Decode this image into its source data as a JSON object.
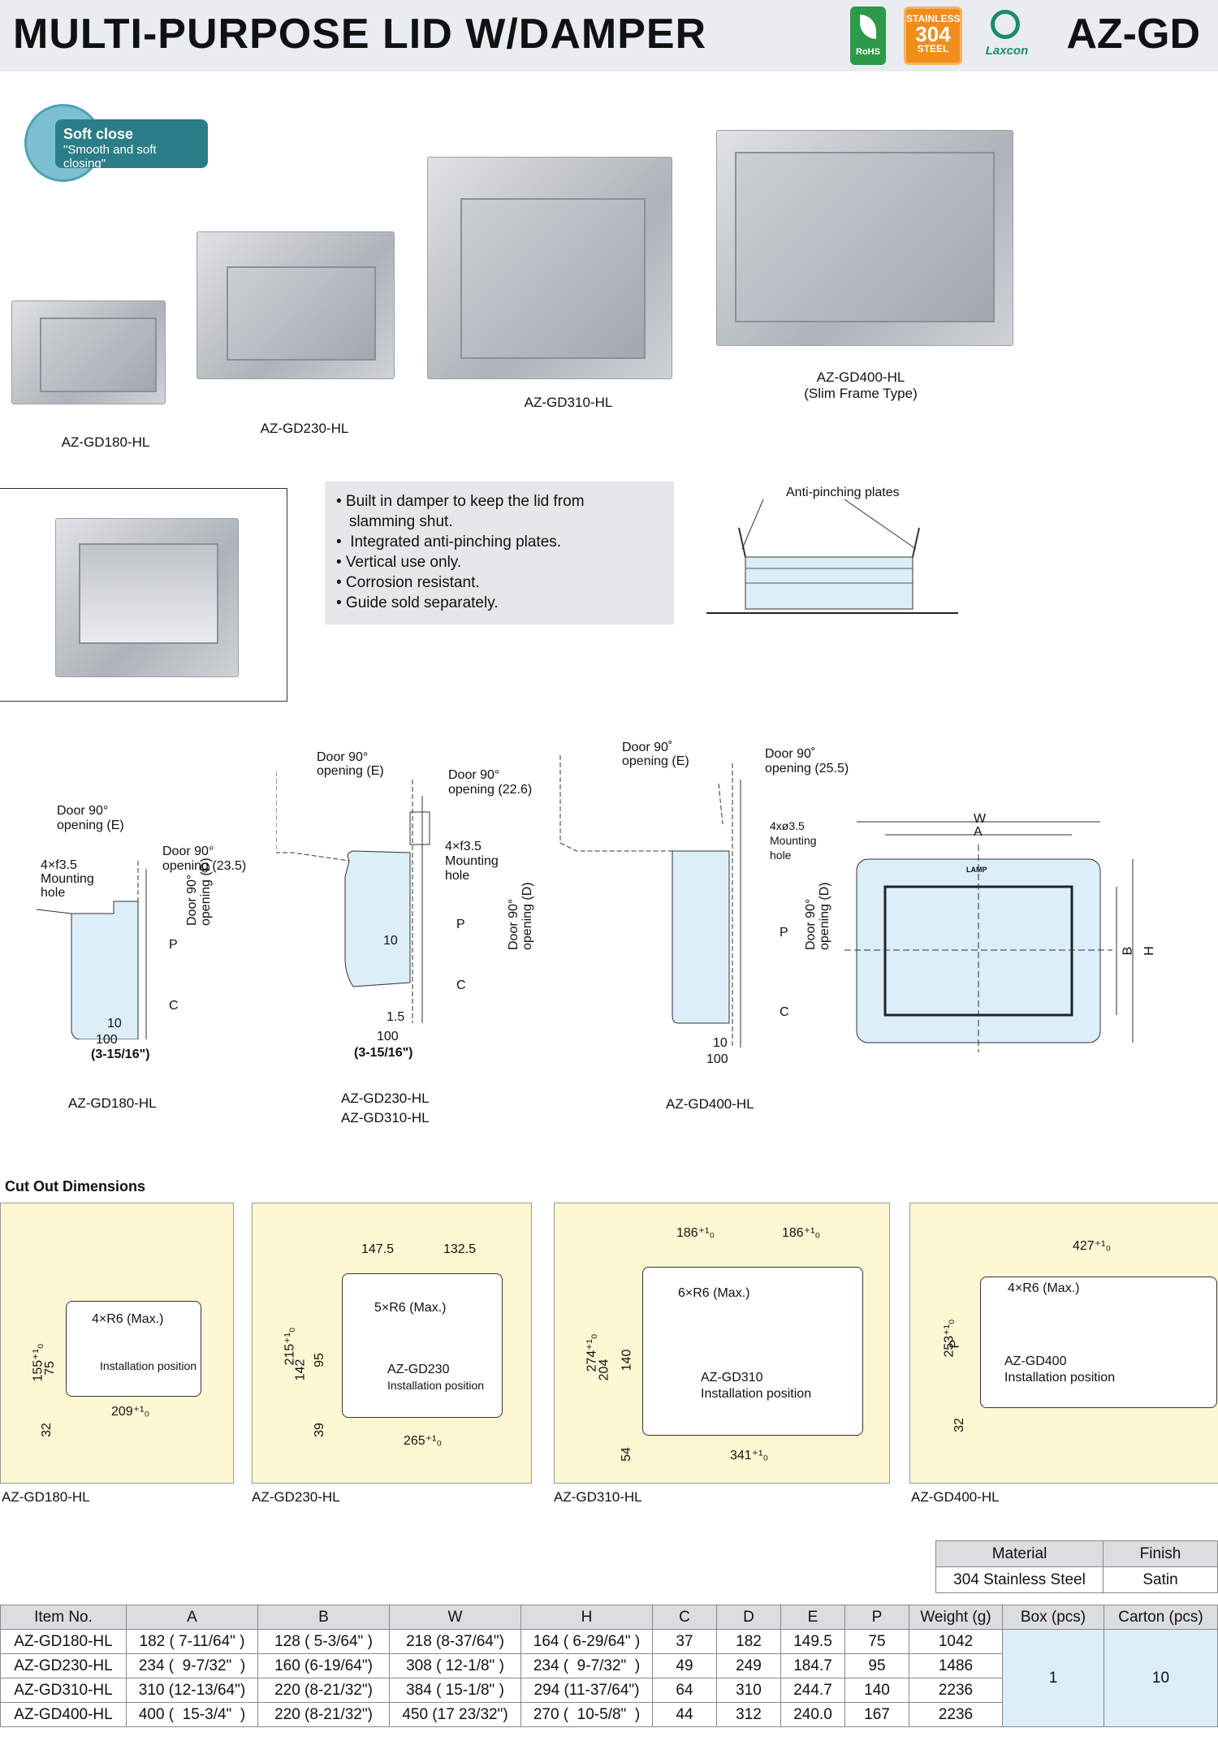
{
  "header": {
    "title": "MULTI-PURPOSE LID W/DAMPER",
    "code": "AZ-GD",
    "badges": {
      "rohs": "RoHS",
      "steel_top": "STAINLESS",
      "steel_num": "304",
      "steel_bottom": "STEEL",
      "brand": "Laxcon"
    },
    "colors": {
      "rohs": "#2c9a47",
      "steel": "#f08d1b",
      "brand": "#1a8d66"
    }
  },
  "soft_close": {
    "title": "Soft close",
    "subtitle": "\"Smooth and soft closing\""
  },
  "products": [
    {
      "label": "AZ-GD180-HL"
    },
    {
      "label": "AZ-GD230-HL"
    },
    {
      "label": "AZ-GD310-HL"
    },
    {
      "label": "AZ-GD400-HL",
      "note": "(Slim Frame Type)"
    }
  ],
  "features": [
    "• Built in damper to keep the lid from",
    "   slamming shut.",
    "•  Integrated anti-pinching plates.",
    "• Vertical use only.",
    "• Corrosion resistant.",
    "• Guide sold separately."
  ],
  "anti_pinch": {
    "label": "Anti-pinching plates"
  },
  "drawings": {
    "gd180": {
      "door_e": "Door 90°",
      "door_e2": "opening (E)",
      "door_235": "Door 90°",
      "door_235b": "opening (23.5)",
      "holes": "4×f3.5",
      "holes2": "Mounting",
      "holes3": "hole",
      "door_d": "Door 90°",
      "door_d2": "opening (D)",
      "p": "P",
      "c": "C",
      "dim10": "10",
      "dim100": "100",
      "dim_in": "(3-15/16\")",
      "label": "AZ-GD180-HL"
    },
    "gd230": {
      "door_e": "Door 90°",
      "door_e2": "opening (E)",
      "door_226": "Door 90°",
      "door_226b": "opening (22.6)",
      "holes": "4×f3.5",
      "holes2": "Mounting",
      "holes3": "hole",
      "door_d": "Door 90°",
      "door_d2": "opening (D)",
      "p": "P",
      "c": "C",
      "dim10": "10",
      "dim15": "1.5",
      "dim100": "100",
      "dim_in": "(3-15/16\")",
      "label1": "AZ-GD230-HL",
      "label2": "AZ-GD310-HL"
    },
    "gd400": {
      "door_e": "Door 90˚",
      "door_e2": "opening (E)",
      "door_255": "Door 90˚",
      "door_255b": "opening (25.5)",
      "holes": "4xø3.5",
      "holes2": "Mounting",
      "holes3": "hole",
      "door_d": "Door 90°",
      "door_d2": "opening (D)",
      "p": "P",
      "c": "C",
      "dim10": "10",
      "dim100": "100",
      "label": "AZ-GD400-HL"
    },
    "front": {
      "w": "W",
      "a": "A",
      "b": "B",
      "h": "H",
      "brand": "LAMP"
    }
  },
  "cutout": {
    "title": "Cut Out Dimensions",
    "boxes": [
      {
        "label": "AZ-GD180-HL",
        "dims": [
          "155⁺¹₀",
          "75",
          "32",
          "209⁺¹₀"
        ],
        "r": "4×R6 (Max.)",
        "install": "Installation position"
      },
      {
        "label": "AZ-GD230-HL",
        "dims": [
          "147.5",
          "132.5",
          "215⁺¹₀",
          "142",
          "95",
          "39",
          "265⁺¹₀"
        ],
        "r": "5×R6 (Max.)",
        "model": "AZ-GD230",
        "install": "Installation position"
      },
      {
        "label": "AZ-GD310-HL",
        "dims": [
          "186⁺¹₀",
          "186⁺¹₀",
          "274⁺¹₀",
          "204",
          "140",
          "54",
          "341⁺¹₀"
        ],
        "r": "6×R6 (Max.)",
        "model": "AZ-GD310",
        "install": "Installation position"
      },
      {
        "label": "AZ-GD400-HL",
        "dims": [
          "427⁺¹₀",
          "253⁺¹₀",
          "P",
          "32"
        ],
        "r": "4×R6 (Max.)",
        "model": "AZ-GD400",
        "install": "Installation position"
      }
    ]
  },
  "material": {
    "headers": [
      "Material",
      "Finish"
    ],
    "row": [
      "304 Stainless Steel",
      "Satin"
    ]
  },
  "spec": {
    "headers": [
      "Item No.",
      "A",
      "B",
      "W",
      "H",
      "C",
      "D",
      "E",
      "P",
      "Weight (g)",
      "Box (pcs)",
      "Carton (pcs)"
    ],
    "rows": [
      [
        "AZ-GD180-HL",
        "182 ( 7-11/64\" )",
        "128 ( 5-3/64\" )",
        "218 (8-37/64\")",
        "164 ( 6-29/64\" )",
        "37",
        "182",
        "149.5",
        "75",
        "1042"
      ],
      [
        "AZ-GD230-HL",
        "234 (  9-7/32\"  )",
        "160 (6-19/64\")",
        "308 ( 12-1/8\" )",
        "234 (  9-7/32\"  )",
        "49",
        "249",
        "184.7",
        "95",
        "1486"
      ],
      [
        "AZ-GD310-HL",
        "310 (12-13/64\")",
        "220 (8-21/32\")",
        "384 ( 15-1/8\" )",
        "294 (11-37/64\")",
        "64",
        "310",
        "244.7",
        "140",
        "2236"
      ],
      [
        "AZ-GD400-HL",
        "400 (  15-3/4\"  )",
        "220 (8-21/32\")",
        "450 (17 23/32\")",
        "270 (  10-5/8\"  )",
        "44",
        "312",
        "240.0",
        "167",
        "2236"
      ]
    ],
    "box": "1",
    "carton": "10"
  }
}
